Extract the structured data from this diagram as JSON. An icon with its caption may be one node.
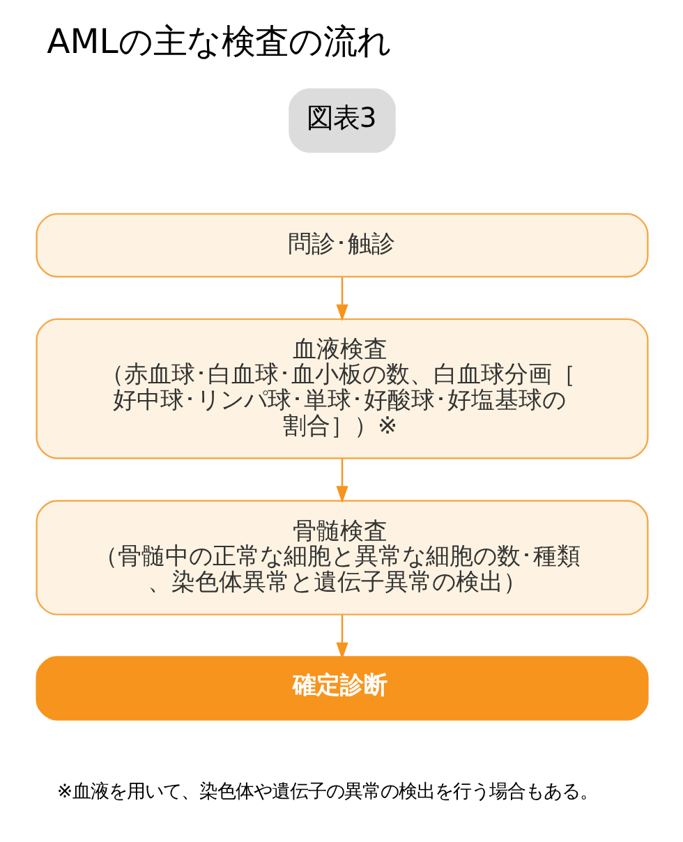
{
  "diagram": {
    "title": "AMLの主な検査の流れ",
    "nodes": [
      {
        "text": [
          "問診･触診"
        ]
      },
      {
        "text": [
          "血液検査",
          "（赤血球･白血球･血小板の数、白血球分画［好中球･リンパ球･単球･好酸球･好塩基球の割合］）※"
        ]
      },
      {
        "text": [
          "骨髄検査",
          "（骨髄中の正常な細胞と異常な細胞の数･種類、染色体異常と遺伝子異常の検出）"
        ]
      },
      {
        "text": [
          "確定診断"
        ]
      }
    ],
    "edges": [
      {
        "from": 0,
        "to": 1,
        "arrow": "to"
      },
      {
        "from": 1,
        "to": 2,
        "arrow": "to"
      },
      {
        "from": 2,
        "to": 3,
        "arrow": "to"
      }
    ],
    "labels": [
      "図表3"
    ],
    "caption": "※血液を用いて、染色体や遺伝子の異常の検出を行う場合もある。"
  }
}
